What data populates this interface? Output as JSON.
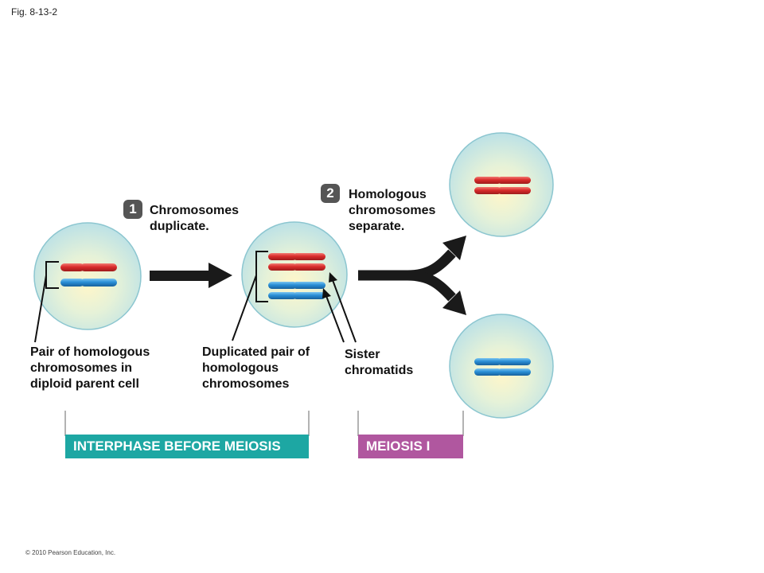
{
  "figure": {
    "label": "Fig. 8-13-2"
  },
  "steps": [
    {
      "number": "1",
      "text_line1": "Chromosomes",
      "text_line2": "duplicate."
    },
    {
      "number": "2",
      "text_line1": "Homologous",
      "text_line2": "chromosomes",
      "text_line3": "separate."
    }
  ],
  "labels": {
    "pair": {
      "line1": "Pair of homologous",
      "line2": "chromosomes in",
      "line3": "diploid parent cell"
    },
    "duplicated": {
      "line1": "Duplicated pair of",
      "line2": "homologous",
      "line3": "chromosomes"
    },
    "sister": {
      "line1": "Sister",
      "line2": "chromatids"
    }
  },
  "phases": [
    {
      "name": "INTERPHASE BEFORE MEIOSIS",
      "color": "#1da7a3"
    },
    {
      "name": "MEIOSIS I",
      "color": "#b0579f"
    }
  ],
  "colors": {
    "cell_fill": "#bfe3e8",
    "cell_center": "#fff6c9",
    "cell_border": "#7bbdc9",
    "maternal_chromosome": "#d92b2b",
    "paternal_chromosome": "#2a8fd6",
    "arrow": "#1a1a1a"
  },
  "copyright": "© 2010 Pearson Education, Inc."
}
